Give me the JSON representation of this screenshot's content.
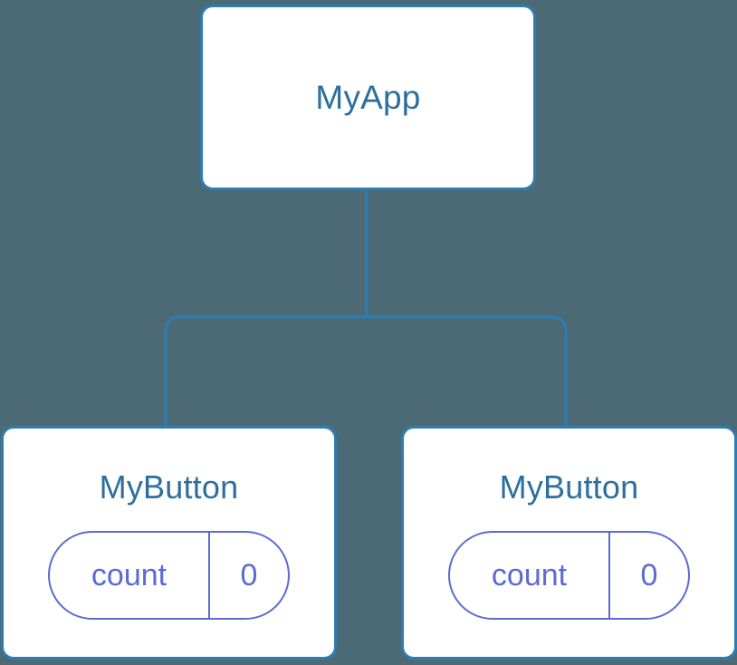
{
  "diagram": {
    "type": "component-tree",
    "background_color": "#4c6a76",
    "node_border_color": "#2d7db3",
    "node_title_color": "#2c6f9e",
    "state_accent_color": "#5c6ad4",
    "connector_color": "#2d7db3"
  },
  "tree": {
    "root": {
      "title": "MyApp",
      "children": [
        {
          "title": "MyButton",
          "state": {
            "key": "count",
            "value": "0"
          }
        },
        {
          "title": "MyButton",
          "state": {
            "key": "count",
            "value": "0"
          }
        }
      ]
    }
  }
}
